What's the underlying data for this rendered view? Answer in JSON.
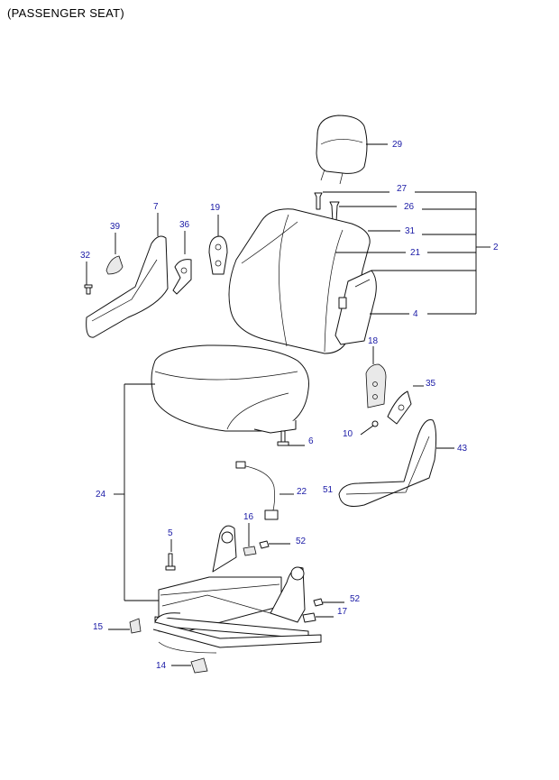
{
  "title": "(PASSENGER SEAT)",
  "callouts": {
    "c29": "29",
    "c27": "27",
    "c26": "26",
    "c31": "31",
    "c21": "21",
    "c2": "2",
    "c4": "4",
    "c7": "7",
    "c39": "39",
    "c36": "36",
    "c19": "19",
    "c32": "32",
    "c18": "18",
    "c35": "35",
    "c10": "10",
    "c43": "43",
    "c6": "6",
    "c51": "51",
    "c22": "22",
    "c24": "24",
    "c16": "16",
    "c52a": "52",
    "c5": "5",
    "c52b": "52",
    "c17": "17",
    "c15": "15",
    "c14": "14"
  }
}
